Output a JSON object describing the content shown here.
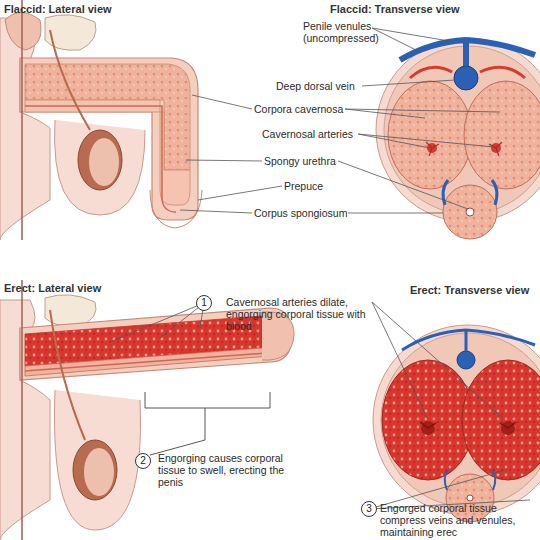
{
  "diagram": {
    "nodes": [
      {
        "text": [
          "1"
        ]
      },
      {
        "text": [
          "2"
        ]
      },
      {
        "text": [
          "3"
        ]
      }
    ],
    "labels": [
      "Flaccid: Lateral view",
      "Flaccid: Transverse view",
      "Penile venules (uncompressed)",
      "Deep dorsal vein",
      "Corpora cavernosa",
      "Cavernosal arteries",
      "Spongy urethra",
      "Prepuce",
      "Corpus spongiosum",
      "Erect: Lateral view",
      "Cavernosal arteries dilate, engorging corporal tissue with blood",
      "Erect: Transverse view",
      "Engorging causes corporal tissue to swell, erecting the penis",
      "Engorged corporal tissue compress veins and venules, maintaining erec"
    ]
  }
}
